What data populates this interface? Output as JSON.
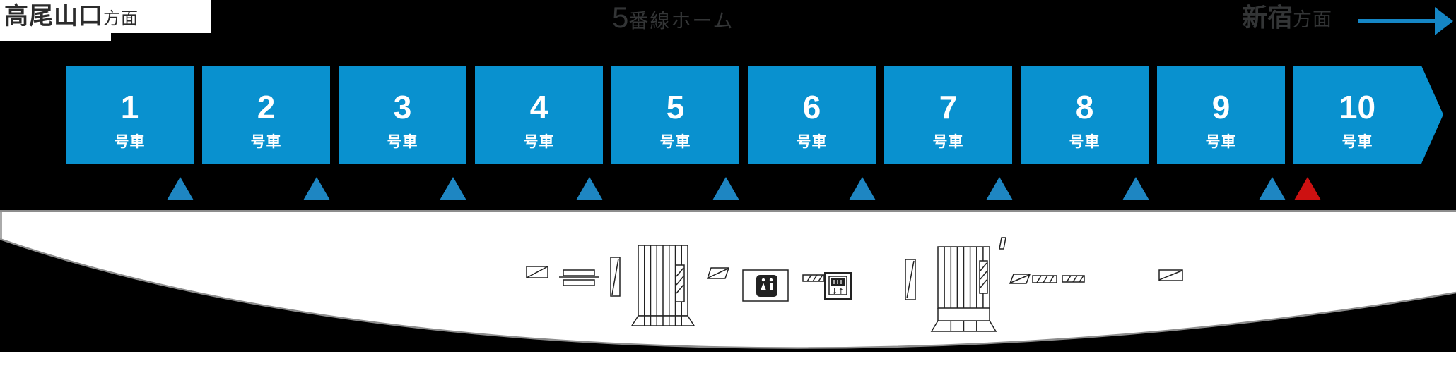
{
  "header": {
    "left_direction": {
      "station": "高尾山口",
      "suffix": "方面"
    },
    "platform_label": {
      "number": "5",
      "suffix": "番線ホーム"
    },
    "right_direction": {
      "station": "新宿",
      "suffix": "方面"
    },
    "arrow_icon": "right-arrow"
  },
  "train": {
    "cars": [
      {
        "number": "1",
        "label": "号車"
      },
      {
        "number": "2",
        "label": "号車"
      },
      {
        "number": "3",
        "label": "号車"
      },
      {
        "number": "4",
        "label": "号車"
      },
      {
        "number": "5",
        "label": "号車"
      },
      {
        "number": "6",
        "label": "号車"
      },
      {
        "number": "7",
        "label": "号車"
      },
      {
        "number": "8",
        "label": "号車"
      },
      {
        "number": "9",
        "label": "号車"
      },
      {
        "number": "10",
        "label": "号車"
      }
    ]
  },
  "door_markers": {
    "blue_x": [
      255,
      448,
      641,
      834,
      1027,
      1220,
      1414,
      1607,
      1800
    ],
    "red_x": [
      1850
    ],
    "blue_color": "#1e86c2",
    "red_color": "#cd1111"
  },
  "colors": {
    "background": "#000000",
    "car_blue": "#0991cf",
    "arrow_blue": "#1586c5",
    "header_text_on_black": "#333536",
    "label_text": "#2b2b2b",
    "platform_white": "#ffffff",
    "platform_border": "#8d8d8d"
  },
  "platform_map": {
    "icons": [
      "escalator-icon",
      "escalator-steps-icon",
      "escalator-narrow-icon",
      "stairs-icon",
      "escalator-icon",
      "toilet-icon",
      "hatched-bar-icon",
      "elevator-icon",
      "escalator-narrow-icon",
      "stairs-icon",
      "flag-icon",
      "escalator-icon",
      "hatched-bar-icon",
      "hatched-bar-icon",
      "escalator-icon"
    ]
  }
}
